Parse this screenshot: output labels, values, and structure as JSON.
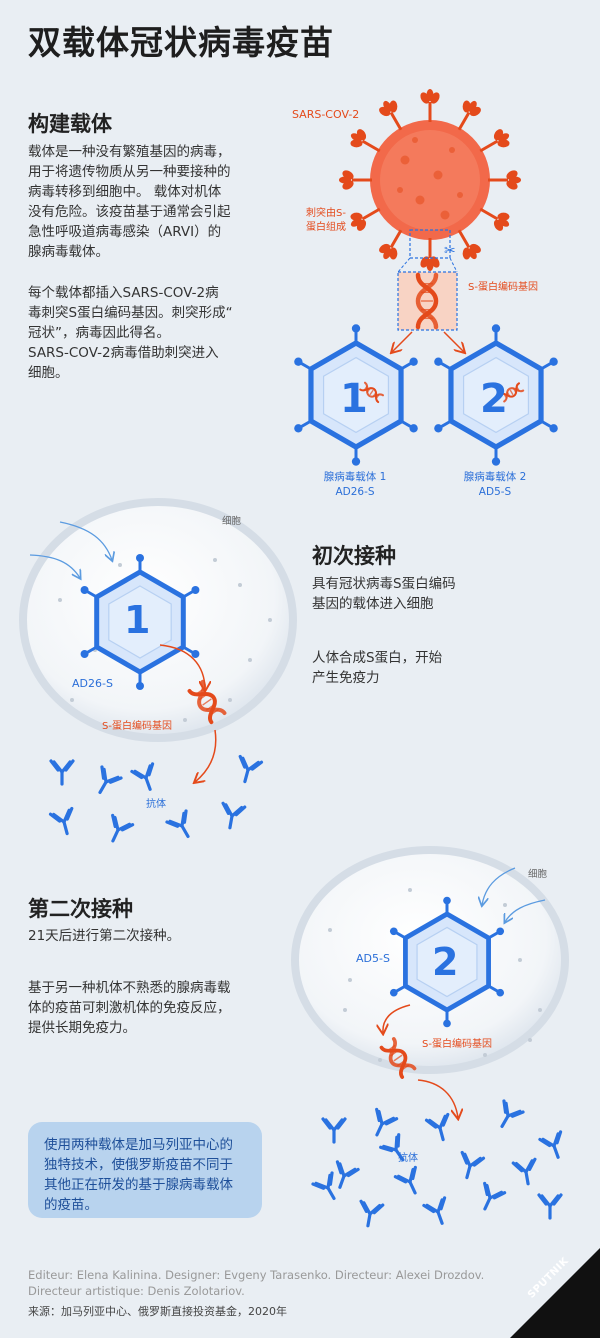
{
  "title": "双载体冠状病毒疫苗",
  "section1": {
    "heading": "构建载体",
    "p1": "载体是一种没有繁殖基因的病毒，\n用于将遗传物质从另一种要接种的\n病毒转移到细胞中。 载体对机体\n没有危险。该疫苗基于通常会引起\n急性呼吸道病毒感染（ARVI）的\n腺病毒载体。",
    "p2": "每个载体都插入SARS-COV-2病\n毒刺突S蛋白编码基因。刺突形成“\n冠状”，病毒因此得名。\nSARS-COV-2病毒借助刺突进入\n细胞。"
  },
  "virus": {
    "name": "SARS-COV-2",
    "spike_label": "刺突由S-\n蛋白组成",
    "gene_label": "S-蛋白编码基因",
    "vector1_number": "1",
    "vector2_number": "2",
    "vector1_label": "腺病毒载体 1\nAD26-S",
    "vector2_label": "腺病毒载体 2\nAD5-S"
  },
  "section2": {
    "heading": "初次接种",
    "p1": "具有冠状病毒S蛋白编码\n基因的载体进入细胞",
    "p2": "人体合成S蛋白，开始\n产生免疫力",
    "cell_label": "细胞",
    "vector_number": "1",
    "vector_label": "AD26-S",
    "gene_label": "S-蛋白编码基因",
    "antibody_label": "抗体"
  },
  "section3": {
    "heading": "第二次接种",
    "p1": "21天后进行第二次接种。",
    "p2": "基于另一种机体不熟悉的腺病毒载\n体的疫苗可刺激机体的免疫反应，\n提供长期免疫力。",
    "cell_label": "细胞",
    "vector_number": "2",
    "vector_label": "AD5-S",
    "gene_label": "S-蛋白编码基因",
    "antibody_label": "抗体"
  },
  "note": "使用两种载体是加马列亚中心的\n独特技术，使俄罗斯疫苗不同于\n其他正在研发的基于腺病毒载体\n的疫苗。",
  "credits": "Editeur: Elena Kalinina. Designer: Evgeny Tarasenko. Directeur: Alexei Drozdov.\nDirecteur artistique: Denis Zolotariov.",
  "source": "来源：加马列亚中心、俄罗斯直接投资基金，2020年",
  "brand": "SPUTNIK",
  "colors": {
    "virus": "#f2694a",
    "virus_dark": "#e44a1b",
    "vector_blue": "#2a72e0",
    "vector_fill": "#d7e6fb",
    "note_bg": "#b8d3ee",
    "background": "#e9eef3"
  }
}
